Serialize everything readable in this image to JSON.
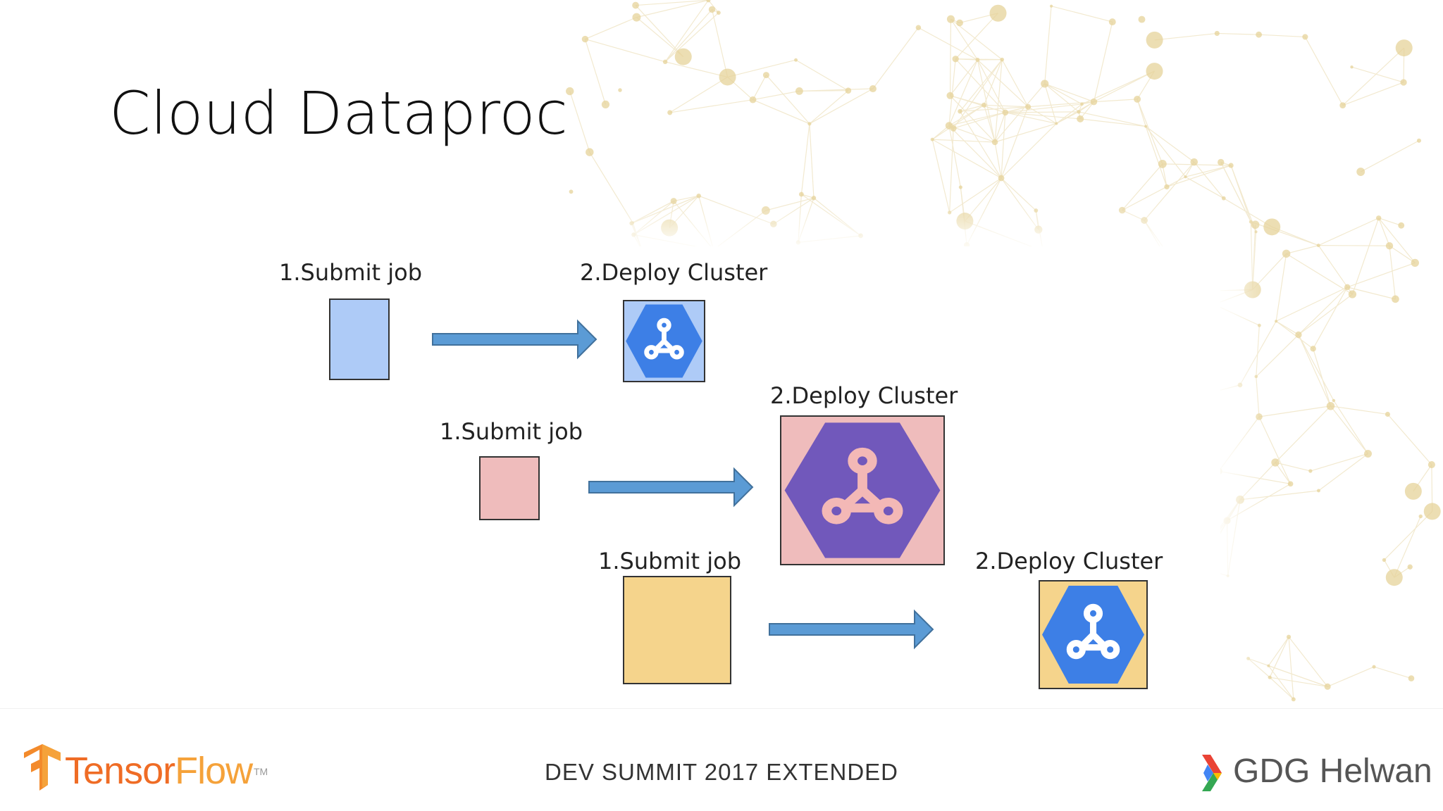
{
  "slide": {
    "title": "Cloud Dataproc"
  },
  "diagram": {
    "rows": [
      {
        "submit_label": "1.Submit job",
        "deploy_label": "2.Deploy Cluster",
        "job_color": "#aecbf7",
        "cluster_bg": "#aecbf7",
        "hex_color": "#3d7fe6",
        "glyph_color": "#ffffff"
      },
      {
        "submit_label": "1.Submit job",
        "deploy_label": "2.Deploy Cluster",
        "job_color": "#efbcbc",
        "cluster_bg": "#efbcbc",
        "hex_color": "#7158bb",
        "glyph_color": "#f3b8b6"
      },
      {
        "submit_label": "1.Submit job",
        "deploy_label": "2.Deploy Cluster",
        "job_color": "#f5d48c",
        "cluster_bg": "#f5d48c",
        "hex_color": "#3d7fe6",
        "glyph_color": "#ffffff"
      }
    ],
    "arrow_color": "#5b9bd5",
    "arrow_stroke": "#41719c"
  },
  "footer": {
    "center_text": "DEV SUMMIT 2017 EXTENDED",
    "left_brand_part1": "Tensor",
    "left_brand_part2": "Flow",
    "left_brand_tm": "TM",
    "right_brand": "GDG Helwan",
    "left_logo_icon": "tensorflow-icon",
    "right_logo_icon": "gdg-chevron-icon"
  }
}
